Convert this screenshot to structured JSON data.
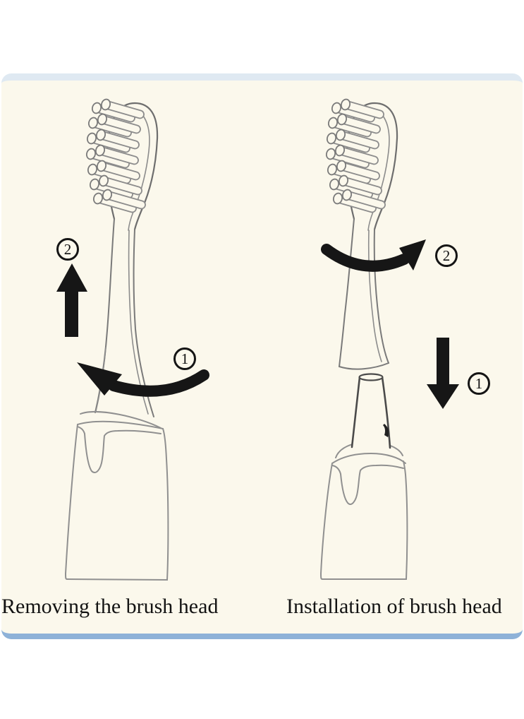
{
  "panels": {
    "remove": {
      "caption": "Removing the brush head",
      "step_rotate": "1",
      "step_pull_up": "2"
    },
    "install": {
      "caption": "Installation of brush head",
      "step_push_down": "1",
      "step_rotate": "2"
    }
  },
  "icons": {
    "rotate_ccw_arrow": "thick curved black arrow sweeping left (counter-clockwise twist)",
    "pull_up_arrow": "solid black arrow pointing up",
    "rotate_cw_arrow": "thick curved black arrow sweeping right (clockwise twist)",
    "push_down_arrow": "solid black arrow pointing down"
  },
  "colors": {
    "page_background": "#ffffff",
    "card_background": "#fbf8ec",
    "card_top_border": "#dfe9f2",
    "card_bottom_border": "#8eb2d8",
    "line_art": "#7a7a7a",
    "arrow_black": "#161616",
    "text": "#131313"
  }
}
